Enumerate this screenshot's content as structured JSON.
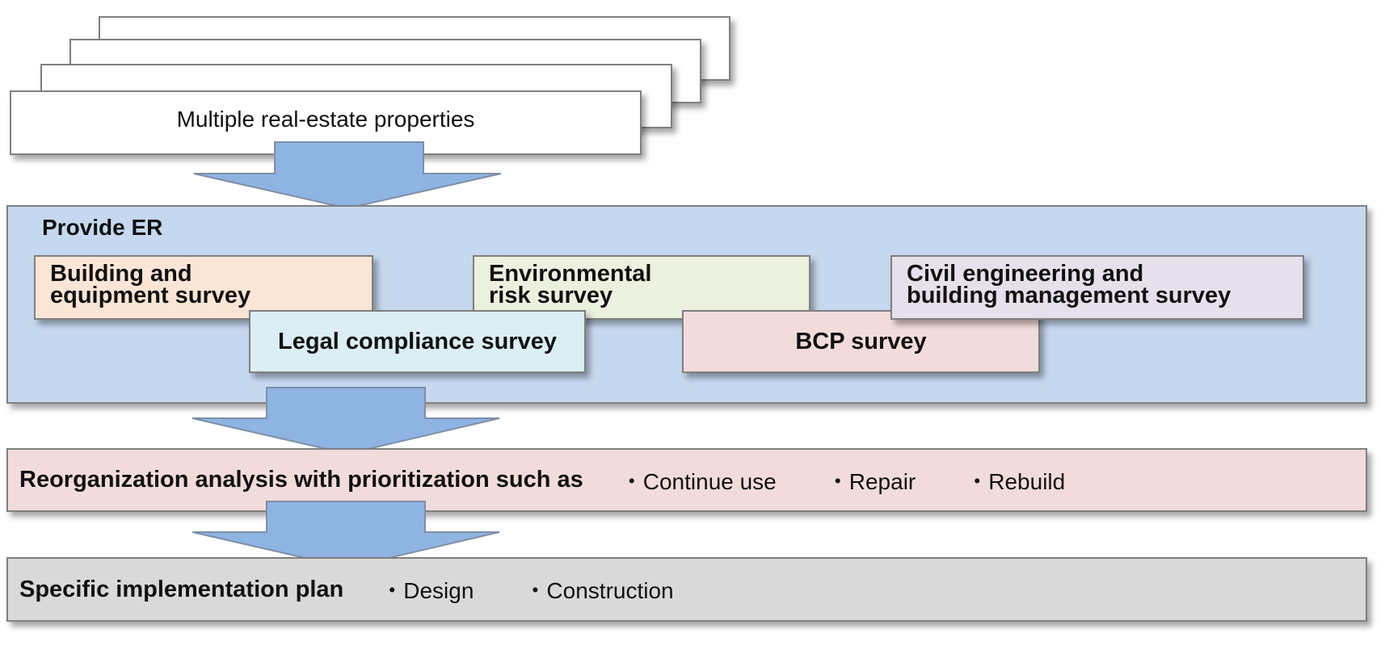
{
  "top": {
    "label": "Multiple real-estate properties",
    "stack_count": 4
  },
  "er": {
    "title": "Provide ER",
    "surveys": [
      {
        "line1": "Building and",
        "line2": "equipment survey",
        "color": "#fbe5d6"
      },
      {
        "line1": "Environmental",
        "line2": "risk survey",
        "color": "#ebf0df"
      },
      {
        "line1": "Civil engineering and",
        "line2": "building management survey",
        "color": "#e6e0ec"
      },
      {
        "label": "Legal compliance survey",
        "color": "#dbeef4"
      },
      {
        "label": "BCP survey",
        "color": "#f2dcdb"
      }
    ],
    "background": "#c6d8ef"
  },
  "reorg": {
    "head": "Reorganization analysis with prioritization such as",
    "bullets": [
      "・Continue use",
      "・Repair",
      "・Rebuild"
    ],
    "background": "#f2dcdb"
  },
  "plan": {
    "head": "Specific implementation plan",
    "bullets": [
      "・Design",
      "・Construction"
    ],
    "background": "#d9d9d9"
  },
  "arrow_color": "#8eb4e3"
}
